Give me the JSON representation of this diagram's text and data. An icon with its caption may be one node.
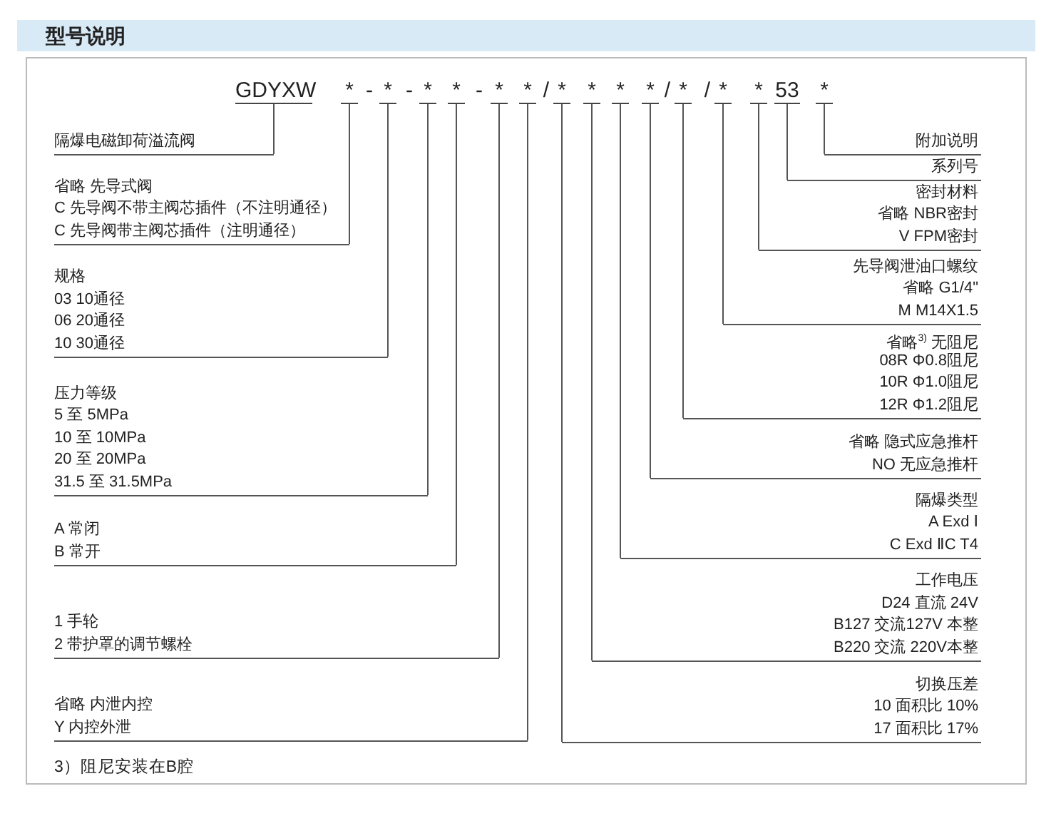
{
  "diagram": {
    "title": "型号说明",
    "nodes": [
      {
        "text": [
          "GDYXW"
        ]
      },
      {
        "text": [
          "*"
        ]
      },
      {
        "text": [
          "*"
        ]
      },
      {
        "text": [
          "*"
        ]
      },
      {
        "text": [
          "*"
        ]
      },
      {
        "text": [
          "*"
        ]
      },
      {
        "text": [
          "*"
        ]
      },
      {
        "text": [
          "*"
        ]
      },
      {
        "text": [
          "*"
        ]
      },
      {
        "text": [
          "*"
        ]
      },
      {
        "text": [
          "*"
        ]
      },
      {
        "text": [
          "*"
        ]
      },
      {
        "text": [
          "*"
        ]
      },
      {
        "text": [
          "*"
        ]
      },
      {
        "text": [
          "53"
        ]
      },
      {
        "text": [
          "*"
        ]
      },
      {
        "text": [
          "隔爆电磁卸荷溢流阀"
        ]
      },
      {
        "text": [
          "省略 先导式阀",
          "C 先导阀不带主阀芯插件（不注明通径）",
          "C 先导阀带主阀芯插件（注明通径）"
        ]
      },
      {
        "text": [
          "规格",
          "03 10通径",
          "06 20通径",
          "10 30通径"
        ]
      },
      {
        "text": [
          "压力等级",
          "5 至 5MPa",
          "10 至 10MPa",
          "20 至 20MPa",
          "31.5 至 31.5MPa"
        ]
      },
      {
        "text": [
          "A 常闭",
          "B 常开"
        ]
      },
      {
        "text": [
          "1 手轮",
          "2 带护罩的调节螺栓"
        ]
      },
      {
        "text": [
          "省略 内泄内控",
          "Y 内控外泄"
        ]
      },
      {
        "text": [
          "切换压差",
          "10 面积比 10%",
          "17 面积比 17%"
        ]
      },
      {
        "text": [
          "工作电压",
          "D24 直流 24V",
          "B127 交流127V 本整",
          "B220 交流 220V本整"
        ]
      },
      {
        "text": [
          "隔爆类型",
          "A Exd Ⅰ",
          "C Exd ⅡC T4"
        ]
      },
      {
        "text": [
          "省略 隐式应急推杆",
          "NO 无应急推杆"
        ]
      },
      {
        "text": [
          "省略$^{3)}$ 无阻尼",
          "08R Φ0.8阻尼",
          "10R Φ1.0阻尼",
          "12R Φ1.2阻尼"
        ]
      },
      {
        "text": [
          "先导阀泄油口螺纹",
          "省略 G1/4\"",
          "M M14X1.5"
        ]
      },
      {
        "text": [
          "密封材料",
          "省略 NBR密封",
          "V FPM密封"
        ]
      },
      {
        "text": [
          "系列号"
        ]
      },
      {
        "text": [
          "附加说明"
        ]
      }
    ],
    "edges": [
      {
        "from": 0,
        "to": 16,
        "arrow": "none"
      },
      {
        "from": 1,
        "to": 17,
        "arrow": "none"
      },
      {
        "from": 2,
        "to": 18,
        "arrow": "none"
      },
      {
        "from": 3,
        "to": 19,
        "arrow": "none"
      },
      {
        "from": 4,
        "to": 20,
        "arrow": "none"
      },
      {
        "from": 5,
        "to": 21,
        "arrow": "none"
      },
      {
        "from": 6,
        "to": 22,
        "arrow": "none"
      },
      {
        "from": 7,
        "to": 23,
        "arrow": "none"
      },
      {
        "from": 8,
        "to": 24,
        "arrow": "none"
      },
      {
        "from": 9,
        "to": 25,
        "arrow": "none"
      },
      {
        "from": 10,
        "to": 26,
        "arrow": "none"
      },
      {
        "from": 11,
        "to": 27,
        "arrow": "none"
      },
      {
        "from": 12,
        "to": 28,
        "arrow": "none"
      },
      {
        "from": 13,
        "to": 29,
        "arrow": "none"
      },
      {
        "from": 14,
        "to": 30,
        "arrow": "none"
      },
      {
        "from": 15,
        "to": 31,
        "arrow": "none"
      }
    ],
    "labels": [
      "-",
      "-",
      "-",
      "/",
      "/",
      "/",
      "3）阻尼安装在B腔"
    ]
  }
}
